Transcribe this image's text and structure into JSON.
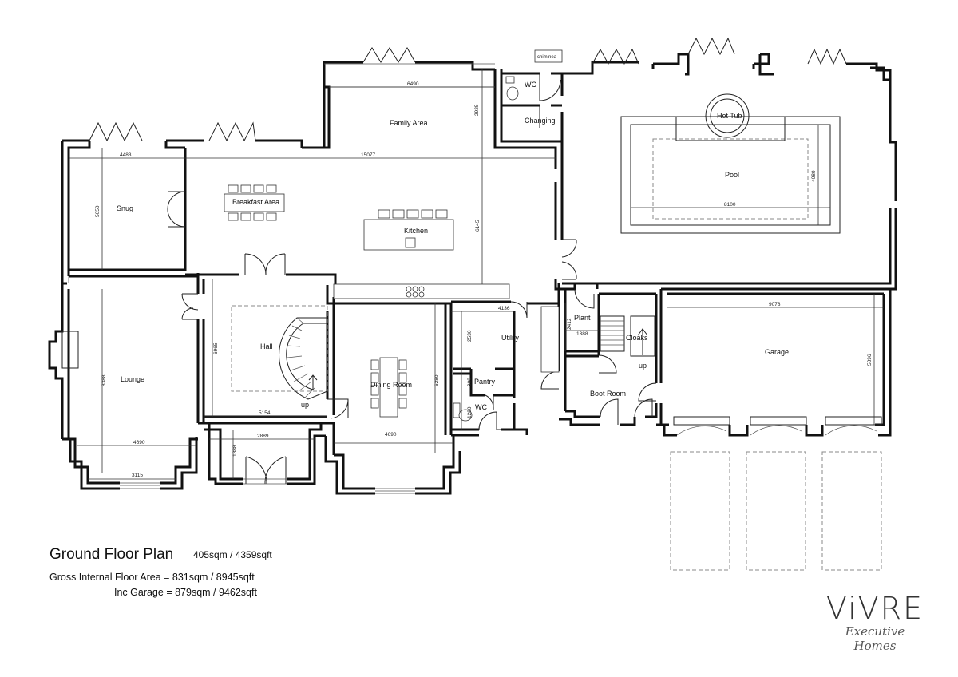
{
  "rooms": {
    "family_area": "Family Area",
    "snug": "Snug",
    "breakfast_area": "Breakfast Area",
    "kitchen": "Kitchen",
    "wc_top": "WC",
    "changing": "Changing",
    "hot_tub": "Hot Tub",
    "pool": "Pool",
    "chiminea": "chiminea",
    "hall": "Hall",
    "lounge": "Lounge",
    "dining_room": "Dining Room",
    "utility": "Utility",
    "pantry": "Pantry",
    "wc_bottom": "WC",
    "plant": "Plant",
    "cloaks": "Cloaks",
    "boot_room": "Boot Room",
    "garage": "Garage",
    "stair_up_hall": "up",
    "stair_up_cloaks": "up"
  },
  "dimensions": {
    "d6490": "6490",
    "d2925": "2925",
    "d4483": "4483",
    "d15077": "15077",
    "d5050": "5050",
    "d6145": "6145",
    "d4080": "4080",
    "d8100": "8100",
    "d4136": "4136",
    "d2412": "2412",
    "d1388": "1388",
    "d9078": "9078",
    "d5396": "5396",
    "d2530": "2530",
    "d900": "900",
    "d1200": "1200",
    "d6965": "6965",
    "d8388": "8388",
    "d6280": "6280",
    "d5154": "5154",
    "d4690a": "4690",
    "d4690b": "4690",
    "d2889": "2889",
    "d1888": "1888",
    "d3115": "3115"
  },
  "footer": {
    "title": "Ground Floor Plan",
    "area": "405sqm / 4359sqft",
    "gross": "Gross Internal Floor Area = 831sqm / 8945sqft",
    "inc_garage": "Inc Garage = 879sqm / 9462sqft"
  },
  "logo": {
    "main": "ViVRE",
    "sub": "Executive Homes"
  }
}
